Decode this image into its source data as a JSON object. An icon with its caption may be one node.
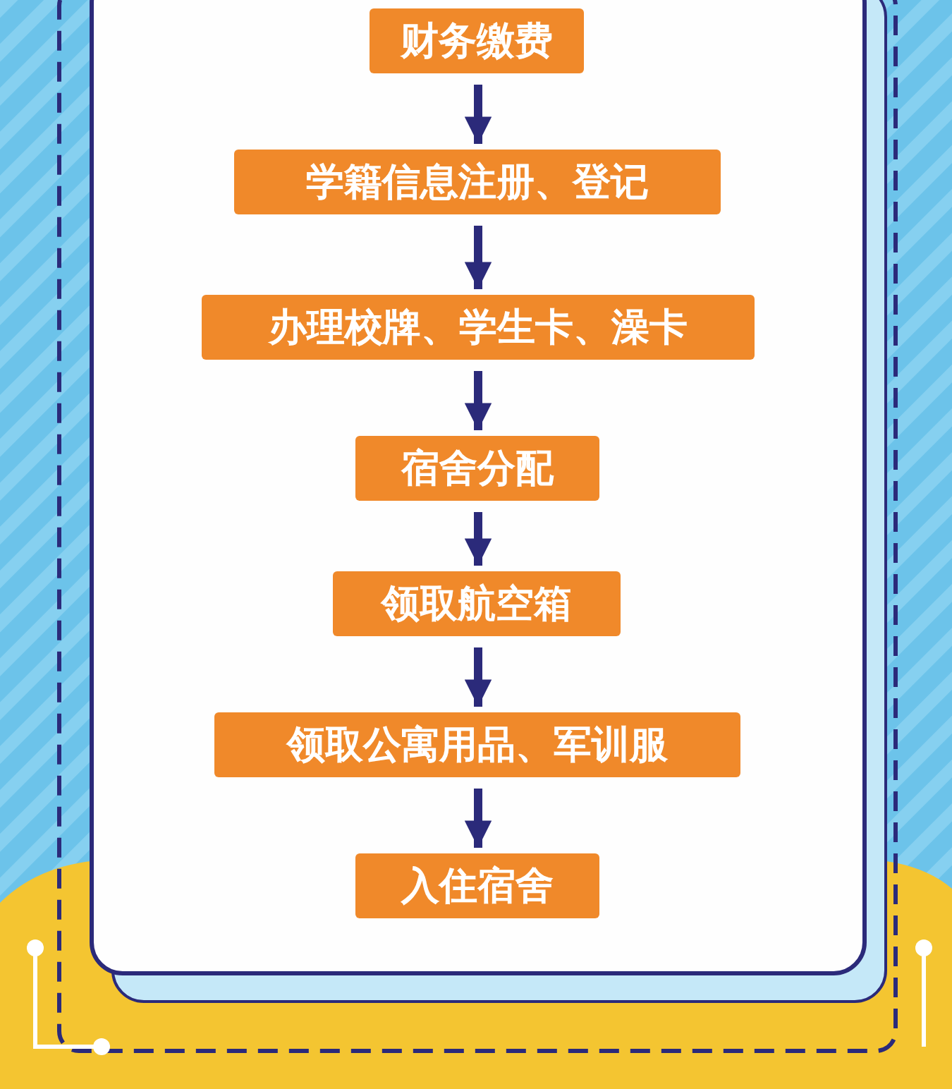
{
  "diagram": {
    "nodes": [
      {
        "text": [
          "财务缴费"
        ]
      },
      {
        "text": [
          "学籍信息注册、登记"
        ]
      },
      {
        "text": [
          "办理校牌、学生卡、澡卡"
        ]
      },
      {
        "text": [
          "宿舍分配"
        ]
      },
      {
        "text": [
          "领取航空箱"
        ]
      },
      {
        "text": [
          "领取公寓用品、军训服"
        ]
      },
      {
        "text": [
          "入住宿舍"
        ]
      }
    ],
    "edges": [
      {
        "from": 0,
        "to": 1,
        "arrow": "to"
      },
      {
        "from": 1,
        "to": 2,
        "arrow": "to"
      },
      {
        "from": 2,
        "to": 3,
        "arrow": "to"
      },
      {
        "from": 3,
        "to": 4,
        "arrow": "to"
      },
      {
        "from": 4,
        "to": 5,
        "arrow": "to"
      },
      {
        "from": 5,
        "to": 6,
        "arrow": "to"
      }
    ]
  }
}
